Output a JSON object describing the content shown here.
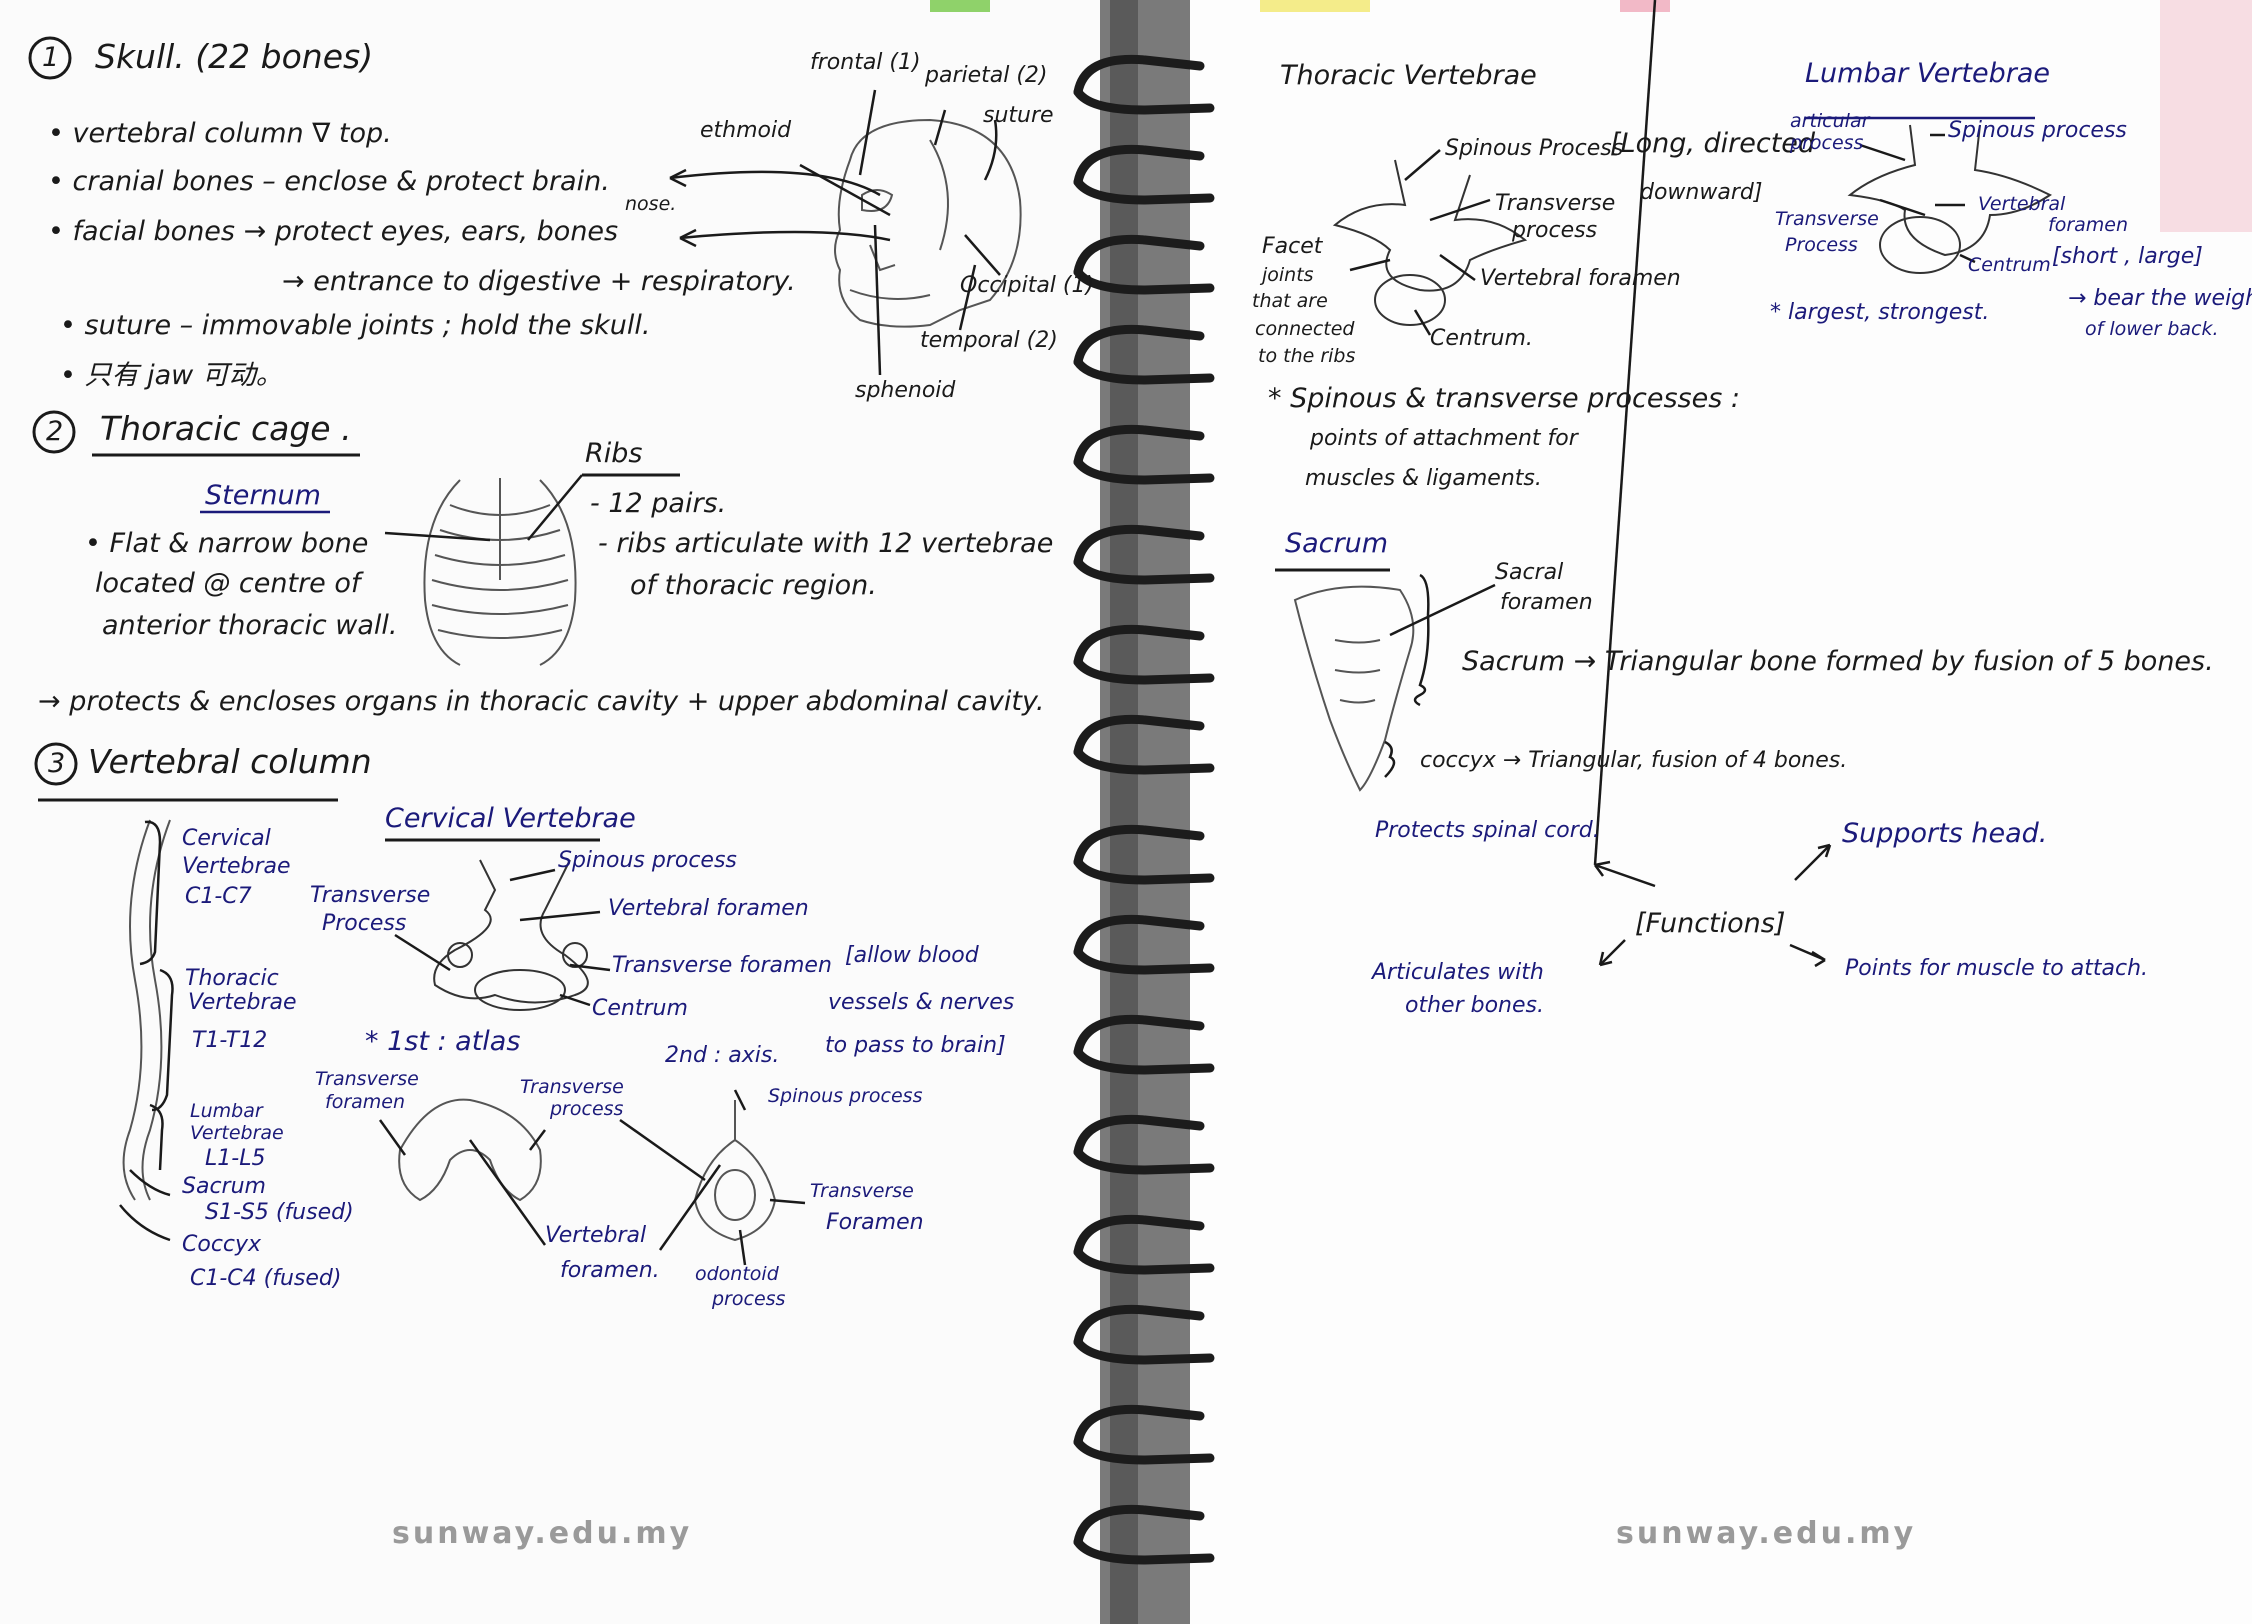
{
  "left": {
    "skull": {
      "num": "1",
      "title": "Skull. (22 bones)",
      "b1": "• vertebral column ∇ top.",
      "b2": "• cranial bones – enclose & protect brain.",
      "b3": "• facial bones → protect eyes, ears, bones",
      "b3_insert": "nose.",
      "b3_cont": "→ entrance to digestive + respiratory.",
      "b4": "• suture – immovable joints ; hold the skull.",
      "b5": "• 只有 jaw 可动。",
      "labels": {
        "frontal": "frontal (1)",
        "parietal": "parietal (2)",
        "suture": "suture",
        "ethmoid": "ethmoid",
        "occipital": "Occipital (1)",
        "temporal": "temporal (2)",
        "sphenoid": "sphenoid"
      }
    },
    "thoracic_cage": {
      "num": "2",
      "title": "Thoracic cage .",
      "sternum": "Sternum",
      "s1": "• Flat & narrow bone",
      "s2": "located @ centre of",
      "s3": "anterior thoracic wall.",
      "ribs": "Ribs",
      "r1": "- 12 pairs.",
      "r2": "- ribs articulate with 12 vertebrae",
      "r3": "of thoracic region.",
      "protects": "→ protects & encloses organs in thoracic cavity + upper abdominal cavity."
    },
    "vertebral_column": {
      "num": "3",
      "title": "Vertebral column",
      "cervical": "Cervical",
      "cervical2": "Vertebrae",
      "cervical3": "C1-C7",
      "thoracic": "Thoracic",
      "thoracic2": "Vertebrae",
      "thoracic3": "T1-T12",
      "lumbar": "Lumbar",
      "lumbar2": "Vertebrae",
      "lumbar3": "L1-L5",
      "sacrum": "Sacrum",
      "sacrum2": "S1-S5 (fused)",
      "coccyx": "Coccyx",
      "coccyx2": "C1-C4 (fused)"
    },
    "cervical_vertebrae": {
      "title": "Cervical Vertebrae",
      "spinous": "Spinous process",
      "transverse1": "Transverse",
      "transverse2": "Process",
      "vertebral_foramen": "Vertebral foramen",
      "transverse_foramen": "Transverse foramen",
      "note1": "[allow blood",
      "note2": "vessels & nerves",
      "note3": "to pass to brain]",
      "centrum": "Centrum",
      "atlas": "* 1st : atlas",
      "axis": "2nd : axis.",
      "atlas_tf1": "Transverse",
      "atlas_tf2": "foramen",
      "atlas_tp1": "Transverse",
      "atlas_tp2": "process",
      "atlas_vf1": "Vertebral",
      "atlas_vf2": "foramen.",
      "axis_spinous": "Spinous process",
      "axis_tf1": "Transverse",
      "axis_tf2": "Foramen",
      "odontoid1": "odontoid",
      "odontoid2": "process"
    },
    "watermark": "sunway.edu.my"
  },
  "right": {
    "thoracic_vertebrae": {
      "title": "Thoracic Vertebrae",
      "spinous": "Spinous Process",
      "spinous_note": "[Long, directed",
      "spinous_note2": "downward]",
      "transverse1": "Transverse",
      "transverse2": "process",
      "facet1": "Facet",
      "facet2": "joints",
      "facet3": "that are",
      "facet4": "connected",
      "facet5": "to the ribs",
      "vertebral_foramen": "Vertebral foramen",
      "centrum": "Centrum.",
      "note1": "* Spinous & transverse processes :",
      "note2": "points of attachment for",
      "note3": "muscles & ligaments."
    },
    "lumbar_vertebrae": {
      "title": "Lumbar Vertebrae",
      "articular1": "articular",
      "articular2": "process",
      "spinous": "Spinous process",
      "vertebral1": "Vertebral",
      "vertebral2": "foramen",
      "transverse1": "Transverse",
      "transverse2": "Process",
      "centrum": "Centrum",
      "centrum_note": "[short , large]",
      "bear1": "→ bear the weight",
      "bear2": "of lower back.",
      "largest": "* largest, strongest."
    },
    "sacrum": {
      "title": "Sacrum",
      "sacral1": "Sacral",
      "sacral2": "foramen",
      "sacrum_def": "Sacrum → Triangular bone formed by fusion of 5 bones.",
      "coccyx_def": "coccyx → Triangular, fusion of 4 bones."
    },
    "functions": {
      "title": "[Functions]",
      "f1": "Protects spinal cord.",
      "f2": "Supports head.",
      "f3a": "Articulates with",
      "f3b": "other bones.",
      "f4": "Points for muscle to attach."
    },
    "watermark": "sunway.edu.my"
  },
  "colors": {
    "ink_blue": "#1b1a7a",
    "ink_black": "#1a1a1a",
    "paper": "#fbfbfb",
    "spiral": "#1c1c1c",
    "sticky_pink": "#f7dde3"
  }
}
